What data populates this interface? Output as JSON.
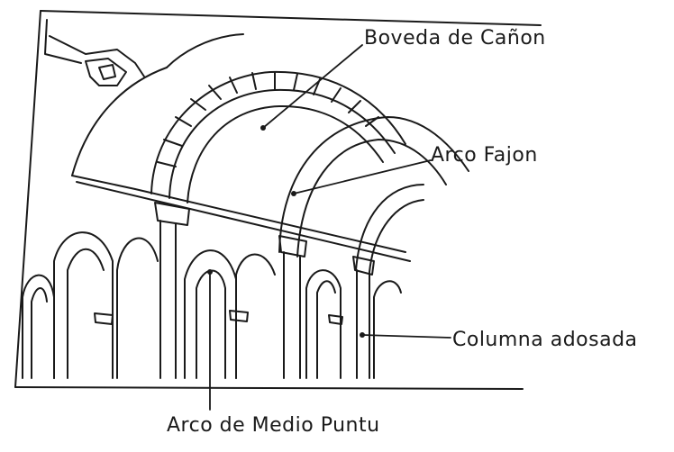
{
  "labels": {
    "boveda": "Boveda de Cañon",
    "fajon": "Arco Fajon",
    "columna": "Columna adosada",
    "medio_punto": "Arco de Medio Puntu"
  },
  "colors": {
    "ink": "#1a1a1a",
    "paper": "#ffffff"
  }
}
